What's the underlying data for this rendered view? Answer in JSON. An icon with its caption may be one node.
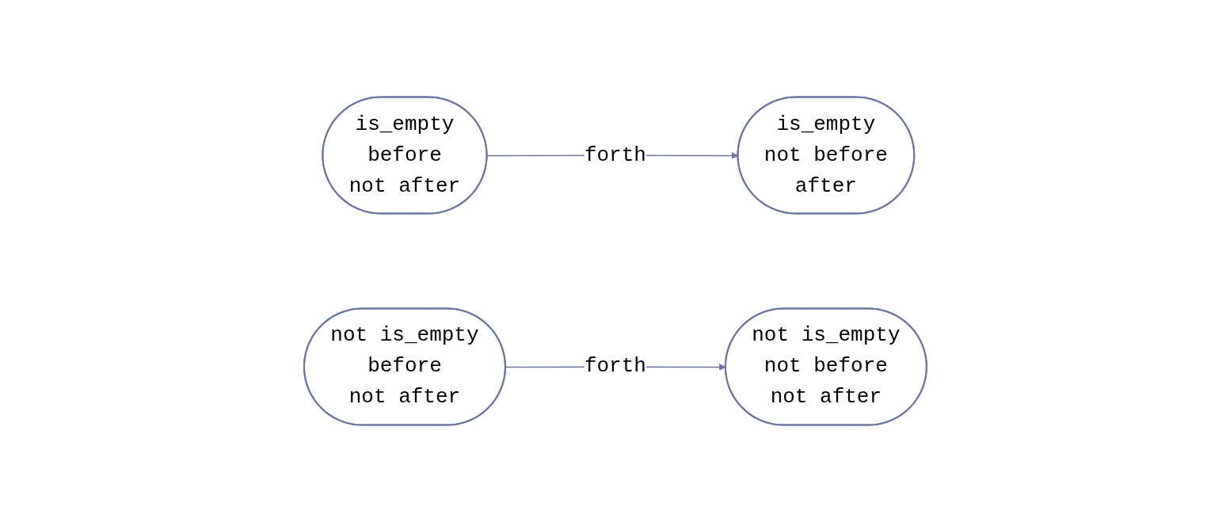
{
  "diagram": {
    "nodes": [
      {
        "text": [
          "is_empty",
          "before",
          "not after"
        ]
      },
      {
        "text": [
          "is_empty",
          "not before",
          "after"
        ]
      },
      {
        "text": [
          "not is_empty",
          "before",
          "not after"
        ]
      },
      {
        "text": [
          "not is_empty",
          "not before",
          "not after"
        ]
      }
    ],
    "edges": [
      {
        "from": 0,
        "to": 1,
        "arrow": "to",
        "label": "forth"
      },
      {
        "from": 2,
        "to": 3,
        "arrow": "to",
        "label": "forth"
      }
    ]
  }
}
